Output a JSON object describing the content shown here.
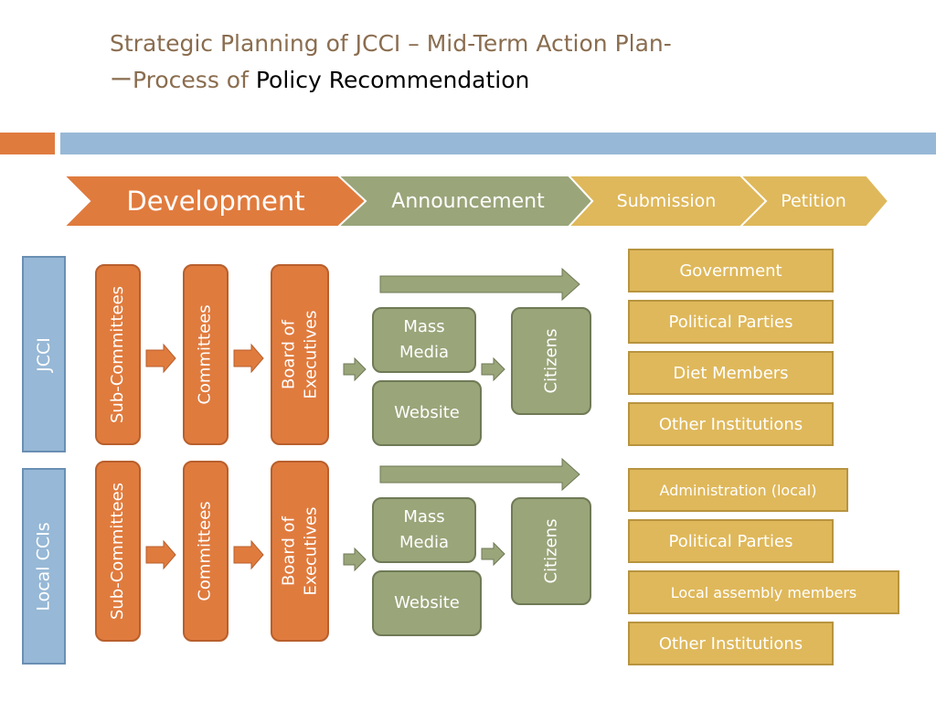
{
  "title": {
    "line1": "Strategic Planning of JCCI – Mid-Term Action Plan-",
    "line2_dash": "ー",
    "line2_prefix": "Process of ",
    "line2_emphasis": "Policy Recommendation"
  },
  "stages": [
    "Development",
    "Announcement",
    "Submission",
    "Petition"
  ],
  "rows": [
    {
      "side_label": "JCCI",
      "sub_committees": "Sub-Committees",
      "committees": "Committees",
      "board_line1": "Board of",
      "board_line2": "Executives",
      "mass_media_line1": "Mass",
      "mass_media_line2": "Media",
      "website": "Website",
      "citizens": "Citizens",
      "targets": [
        "Government",
        "Political Parties",
        "Diet Members",
        "Other Institutions"
      ]
    },
    {
      "side_label": "Local CCIs",
      "sub_committees": "Sub-Committees",
      "committees": "Committees",
      "board_line1": "Board of",
      "board_line2": "Executives",
      "mass_media_line1": "Mass",
      "mass_media_line2": "Media",
      "website": "Website",
      "citizens": "Citizens",
      "targets": [
        "Administration (local)",
        "Political Parties",
        "Local assembly members",
        "Other Institutions"
      ]
    }
  ],
  "colors": {
    "development": "#e07b3e",
    "announcement": "#9aa57a",
    "submission": "#dfb85b",
    "side": "#97b8d6",
    "title": "#8a6d4f"
  }
}
